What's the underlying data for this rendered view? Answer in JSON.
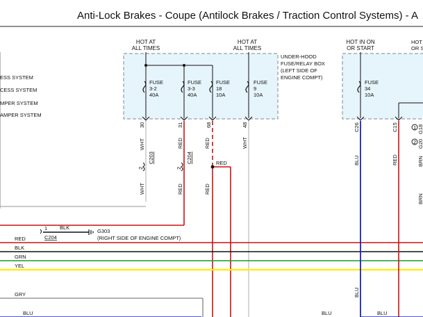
{
  "title": "Anti-Lock Brakes - Coupe (Antilock Brakes / Traction Control Systems) - A",
  "colors": {
    "red": "#cc1111",
    "black": "#111111",
    "green": "#1a9a2a",
    "yellow": "#ffee00",
    "gray": "#999999",
    "blue": "#1a22bb",
    "fuse_box_fill": "#e6f4fb",
    "fuse_box_border": "#7a8a96"
  },
  "left_systems": [
    "ESS SYSTEM",
    "CESS SYSTEM",
    "MPER SYSTEM",
    "AMPER SYSTEM"
  ],
  "fuse_box": {
    "hot_at_all_times_1": [
      "HOT AT",
      "ALL TIMES"
    ],
    "hot_at_all_times_2": [
      "HOT AT",
      "ALL TIMES"
    ],
    "label": [
      "UNDER-HOOD",
      "FUSE/RELAY BOX",
      "(LEFT SIDE OF",
      "ENGINE COMPT)"
    ],
    "fuses": [
      {
        "name": "FUSE",
        "num": "3-2",
        "amp": "40A",
        "pin": "30",
        "wire": "WHT",
        "connector": "C203",
        "conn_pin": "2",
        "wire_below": "WHT"
      },
      {
        "name": "FUSE",
        "num": "3-3",
        "amp": "40A",
        "pin": "31",
        "wire": "RED",
        "connector": "C204",
        "conn_pin": "2",
        "wire_below": "RED"
      },
      {
        "name": "FUSE",
        "num": "18",
        "amp": "10A",
        "pin": "68",
        "wire": "RED",
        "wire_below": "RED"
      },
      {
        "name": "FUSE",
        "num": "9",
        "amp": "10A",
        "pin": "48",
        "wire": "WHT"
      }
    ],
    "splice_label": "RED"
  },
  "right_box": {
    "hot_in_on": [
      "HOT IN ON",
      "OR START"
    ],
    "hot_partial": [
      "HOT",
      "OR S"
    ],
    "fuse": {
      "name": "FUSE",
      "num": "34",
      "amp": "10A"
    },
    "pins": [
      {
        "pin": "C26",
        "wire": "BLU"
      },
      {
        "pin": "C15",
        "wire": "RED"
      }
    ],
    "markers": [
      {
        "num": "1",
        "text": "G18"
      },
      {
        "num": "2",
        "text": "G20"
      }
    ],
    "far_right_wires": [
      "BRN",
      "BRN"
    ]
  },
  "ground": {
    "pin": "1",
    "wire": "BLK",
    "connector": "C204",
    "name": "G303",
    "location": "(RIGHT SIDE OF ENGINE COMPT)"
  },
  "bus_wires": [
    "RED",
    "BLK",
    "GRN",
    "YEL",
    "GRY",
    "BLU"
  ],
  "bottom_labels": [
    "BLU",
    "BLU",
    "BLU"
  ]
}
